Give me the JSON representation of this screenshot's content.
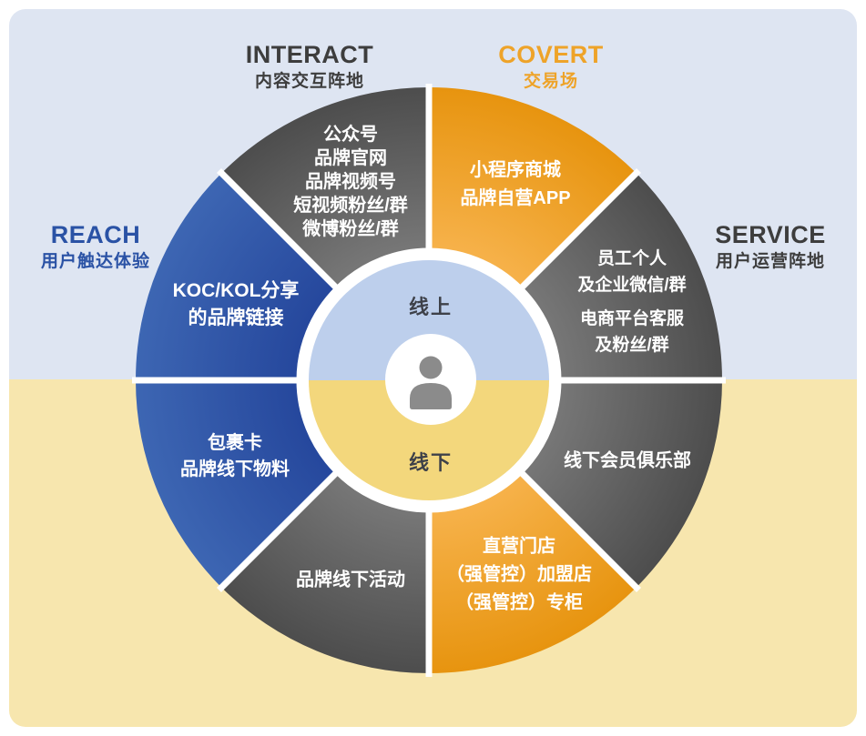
{
  "quadrants": {
    "interact": {
      "title": "INTERACT",
      "subtitle": "内容交互阵地"
    },
    "covert": {
      "title": "COVERT",
      "subtitle": "交易场"
    },
    "reach": {
      "title": "REACH",
      "subtitle": "用户触达体验"
    },
    "service": {
      "title": "SERVICE",
      "subtitle": "用户运营阵地"
    }
  },
  "wheel": {
    "center": {
      "online": "线上",
      "offline": "线下",
      "icon": "person-icon"
    },
    "segments": {
      "interact_online": {
        "lines": [
          "公众号",
          "品牌官网",
          "品牌视频号",
          "短视频粉丝/群",
          "微博粉丝/群"
        ]
      },
      "covert_online": {
        "lines": [
          "小程序商城",
          "品牌自营APP"
        ]
      },
      "service_online": {
        "lines": [
          "员工个人",
          "及企业微信/群",
          "电商平台客服",
          "及粉丝/群"
        ]
      },
      "reach_online": {
        "lines": [
          "KOC/KOL分享",
          "的品牌链接"
        ]
      },
      "reach_offline": {
        "lines": [
          "包裹卡",
          "品牌线下物料"
        ]
      },
      "interact_offline": {
        "lines": [
          "品牌线下活动"
        ]
      },
      "covert_offline": {
        "lines": [
          "直营门店",
          "（强管控）加盟店",
          "（强管控）专柜"
        ]
      },
      "service_offline": {
        "lines": [
          "线下会员俱乐部"
        ]
      }
    }
  },
  "colors": {
    "background_online": "#dee5f2",
    "background_offline": "#f7e6ae",
    "inner_online": "#bdcfec",
    "inner_offline": "#f3d77c",
    "segment_blue": "#2b53a7",
    "segment_orange": "#f0a02c",
    "segment_gray": "#606060",
    "reach_accent": "#2a52a5",
    "covert_accent": "#eea329",
    "dark_text": "#3d3d3d",
    "person_gray": "#8b8b8b"
  }
}
